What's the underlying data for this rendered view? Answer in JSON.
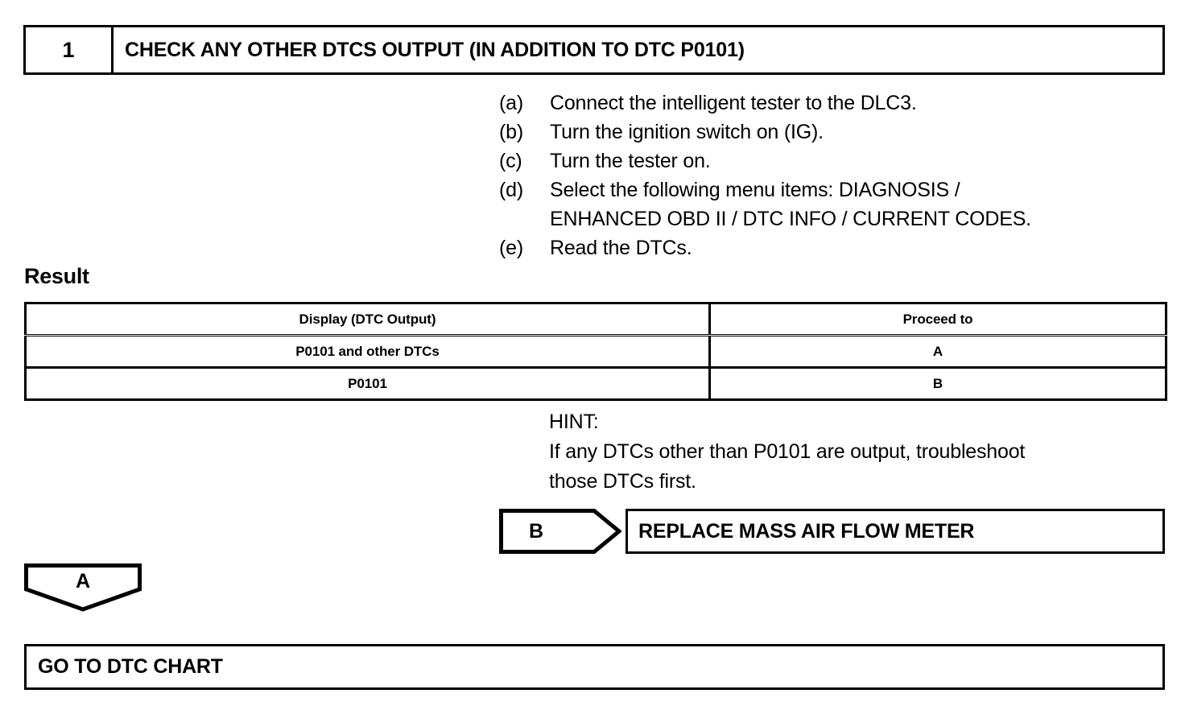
{
  "step": {
    "number": "1",
    "title": "CHECK ANY OTHER DTCS OUTPUT (IN ADDITION TO DTC P0101)"
  },
  "procedure": {
    "items": [
      {
        "label": "(a)",
        "text": "Connect the intelligent tester to the DLC3.",
        "cont": ""
      },
      {
        "label": "(b)",
        "text": "Turn the ignition switch on (IG).",
        "cont": ""
      },
      {
        "label": "(c)",
        "text": "Turn the tester on.",
        "cont": ""
      },
      {
        "label": "(d)",
        "text": "Select the following menu items: DIAGNOSIS /",
        "cont": "ENHANCED OBD II / DTC INFO / CURRENT CODES."
      },
      {
        "label": "(e)",
        "text": "Read the DTCs.",
        "cont": ""
      }
    ]
  },
  "result": {
    "heading": "Result",
    "table": {
      "headers": [
        "Display (DTC Output)",
        "Proceed to"
      ],
      "rows": [
        [
          "P0101 and other DTCs",
          "A"
        ],
        [
          "P0101",
          "B"
        ]
      ]
    }
  },
  "hint": {
    "title": "HINT:",
    "body": "If any DTCs other than P0101 are output, troubleshoot",
    "body_cont": "those DTCs first."
  },
  "flow": {
    "connector_b": "B",
    "action_box": "REPLACE MASS AIR FLOW METER",
    "connector_a": "A",
    "bottom_box": "GO TO DTC CHART"
  }
}
